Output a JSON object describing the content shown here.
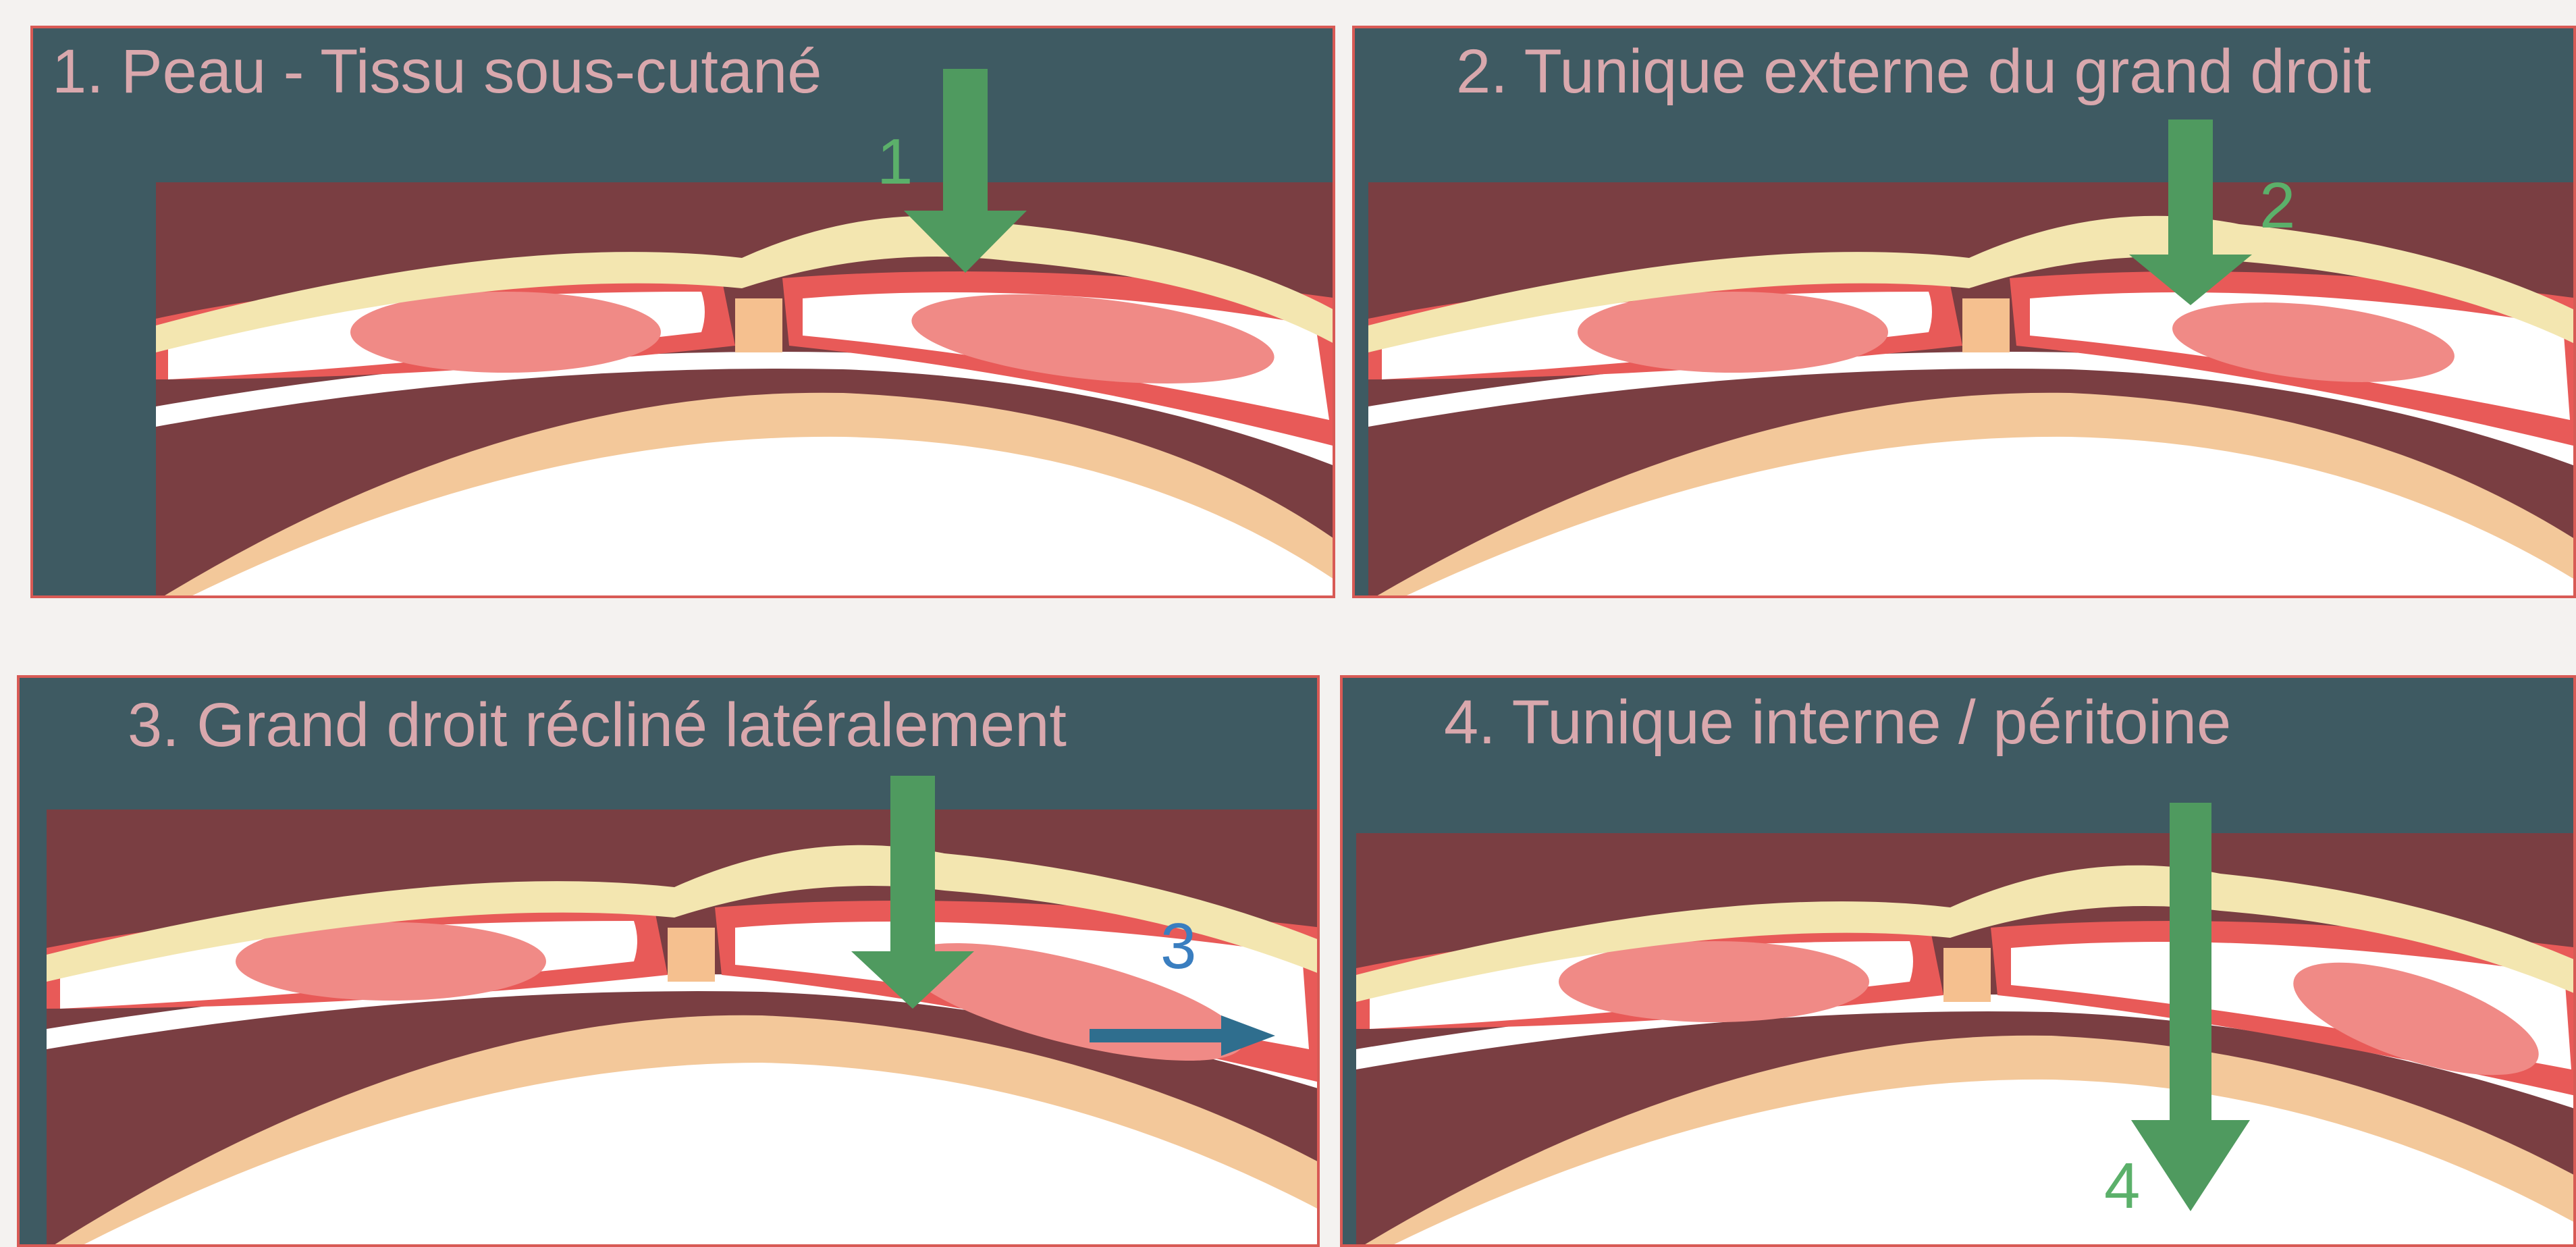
{
  "panels": [
    {
      "title": "1. Peau - Tissu sous-cutané",
      "step_label": "1"
    },
    {
      "title": "2. Tunique externe du grand droit",
      "step_label": "2"
    },
    {
      "title": "3. Grand droit récliné latéralement",
      "step_label": "3"
    },
    {
      "title": "4. Tunique interne / péritoine",
      "step_label": "4"
    }
  ],
  "colors": {
    "panel_bg": "#3e5a62",
    "panel_border": "#d85a55",
    "title_text": "#d9a8ad",
    "muscle_band": "#7a3e42",
    "skin_fat": "#f3e6b0",
    "muscle": "#f08a86",
    "muscle_sheath": "#e85a58",
    "linea_alba": "#f5c08f",
    "peritoneum": "#f3c89a",
    "cavity": "#ffffff",
    "green_arrow": "#4f9a5f",
    "blue_arrow": "#2f6e8e",
    "step_green": "#5bb06a",
    "step_blue": "#3a7ec0"
  }
}
